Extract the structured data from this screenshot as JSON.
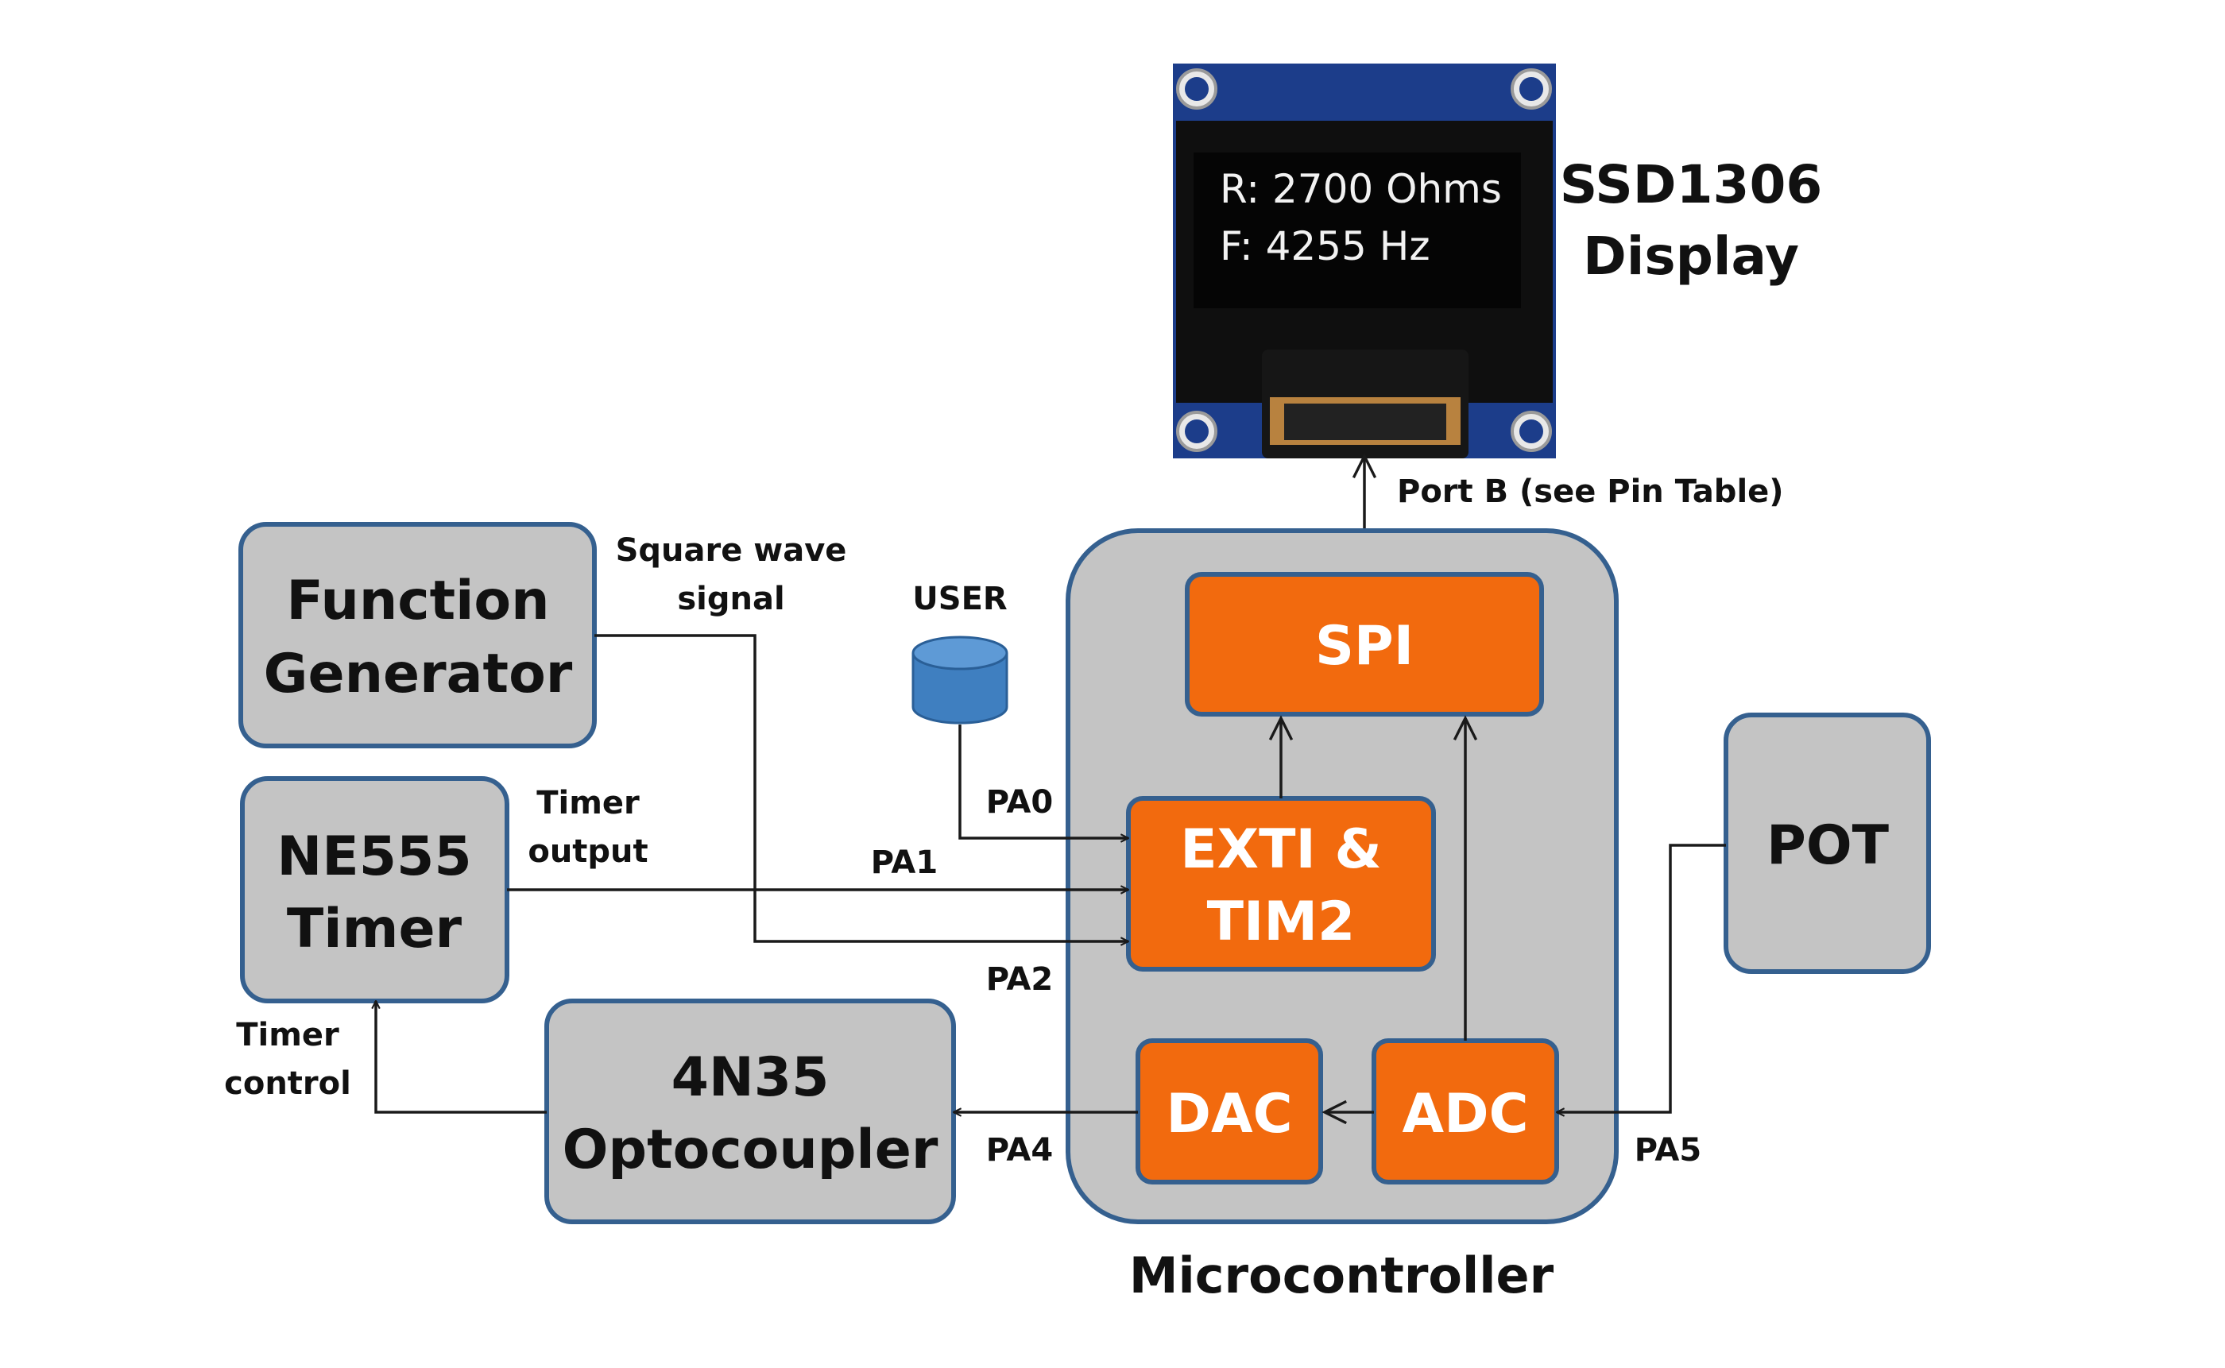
{
  "display": {
    "title_line1": "SSD1306",
    "title_line2": "Display",
    "screen_line1": "R: 2700 Ohms",
    "screen_line2": "F: 4255 Hz",
    "port_label": "Port B (see Pin Table)"
  },
  "blocks": {
    "function_generator": [
      "Function",
      "Generator"
    ],
    "ne555": [
      "NE555",
      "Timer"
    ],
    "optocoupler": [
      "4N35",
      "Optocoupler"
    ],
    "pot": "POT",
    "user": "USER"
  },
  "microcontroller": {
    "title": "Microcontroller",
    "spi": "SPI",
    "exti": [
      "EXTI &",
      "TIM2"
    ],
    "dac": "DAC",
    "adc": "ADC"
  },
  "signals": {
    "square_wave": [
      "Square wave",
      "signal"
    ],
    "timer_output": [
      "Timer",
      "output"
    ],
    "timer_control": [
      "Timer",
      "control"
    ],
    "pa0": "PA0",
    "pa1": "PA1",
    "pa2": "PA2",
    "pa4": "PA4",
    "pa5": "PA5"
  },
  "colors": {
    "block_fill": "#c4c4c4",
    "block_border": "#35608f",
    "peripheral_fill": "#f26a0e",
    "oled_board": "#1c3d8a",
    "user_button": "#3f7fc0"
  }
}
